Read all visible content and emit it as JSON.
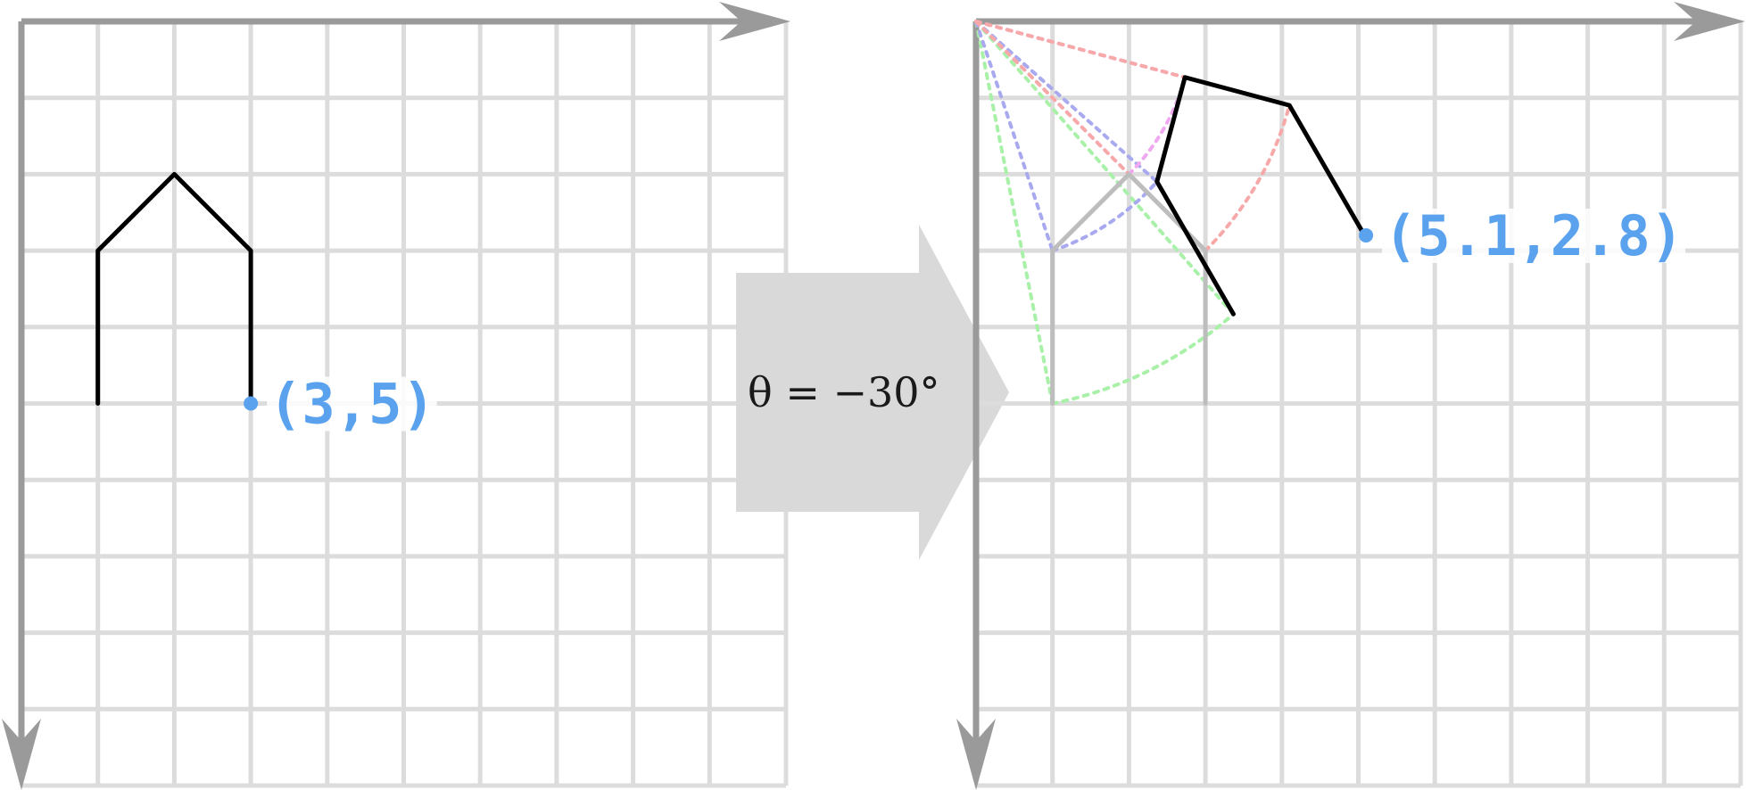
{
  "left_panel": {
    "point_label": "(3,5)",
    "point": [
      3,
      5
    ],
    "shape": [
      [
        1,
        5
      ],
      [
        1,
        3
      ],
      [
        2,
        2
      ],
      [
        3,
        3
      ],
      [
        3,
        5
      ]
    ]
  },
  "transform_arrow": {
    "label": "θ = −30°",
    "color": "#d9d9d9"
  },
  "right_panel": {
    "point_label": "(5.1,2.8)",
    "point": [
      5.1,
      2.8
    ],
    "rotation_deg": -30,
    "trace_colors": [
      "#a9f0a9",
      "#a9a9f0",
      "#f0a9f0",
      "#f7a9a9"
    ]
  },
  "colors": {
    "grid": "#dcdcdc",
    "axis": "#9a9a9a",
    "point": "#5aa2ee",
    "shape": "#000000",
    "ghost_shape": "#bdbdbd"
  },
  "grid": {
    "cells": 10
  }
}
